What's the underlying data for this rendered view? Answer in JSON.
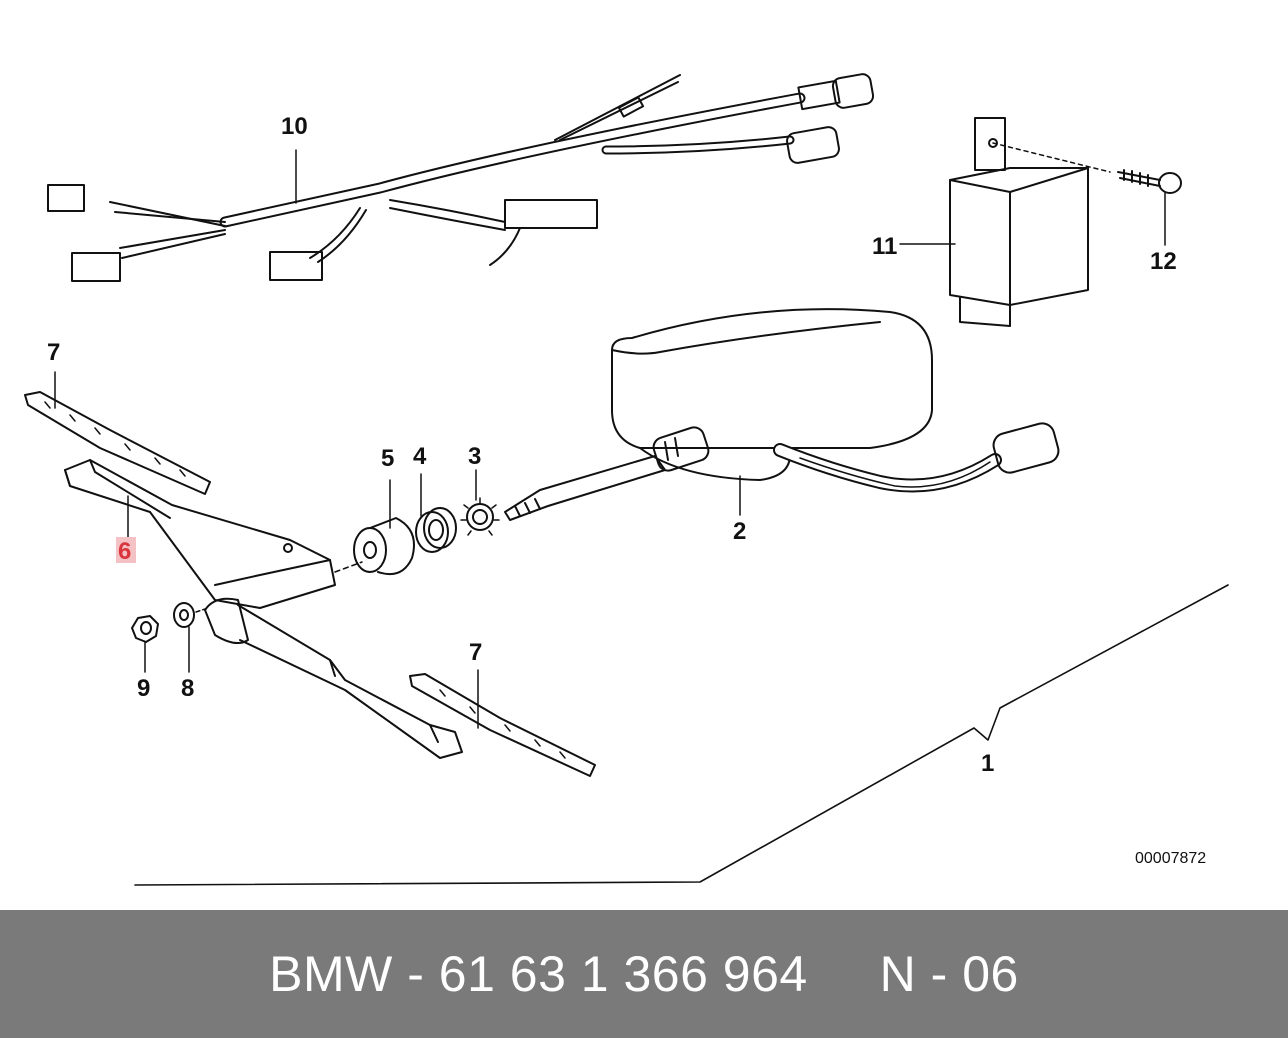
{
  "callouts": {
    "c1": "1",
    "c2": "2",
    "c3": "3",
    "c4": "4",
    "c5": "5",
    "c6": "6",
    "c7a": "7",
    "c7b": "7",
    "c8": "8",
    "c9": "9",
    "c10": "10",
    "c11": "11",
    "c12": "12"
  },
  "highlighted_callout": "6",
  "drawing_number": "00007872",
  "footer": {
    "text": "BMW - 61 63 1 366 964     N - 06"
  },
  "colors": {
    "highlight": "#d9363e",
    "footer_bg": "#7a7a7a",
    "footer_text": "#ffffff"
  }
}
